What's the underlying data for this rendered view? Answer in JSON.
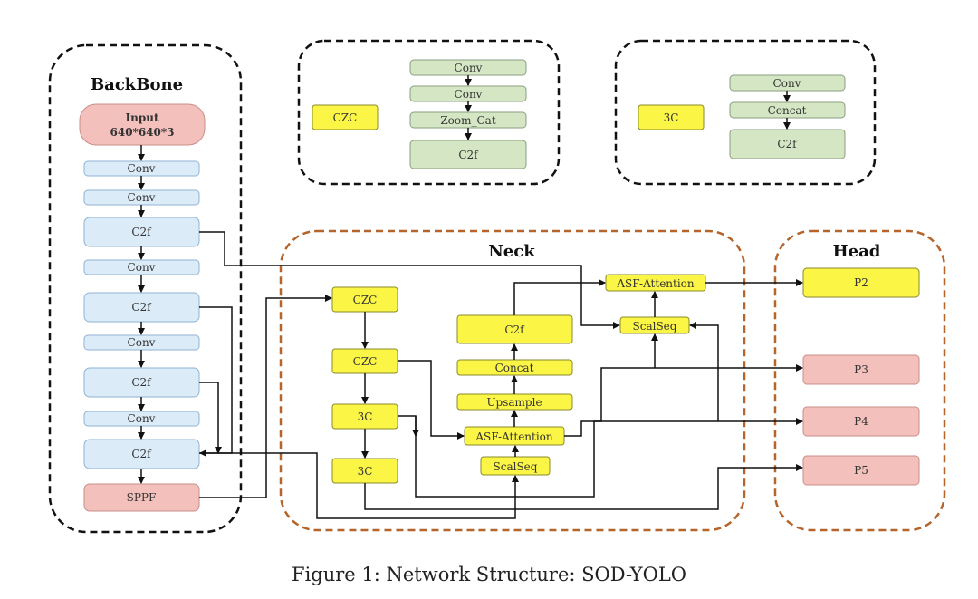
{
  "titles": {
    "backbone": "BackBone",
    "neck": "Neck",
    "head": "Head"
  },
  "legend_czc": {
    "label": "CZC",
    "steps": [
      "Conv",
      "Conv",
      "Zoom_Cat",
      "C2f"
    ]
  },
  "legend_3c": {
    "label": "3C",
    "steps": [
      "Conv",
      "Concat",
      "C2f"
    ]
  },
  "backbone": {
    "input_line1": "Input",
    "input_line2": "640*640*3",
    "layers": [
      "Conv",
      "Conv",
      "C2f",
      "Conv",
      "C2f",
      "Conv",
      "C2f",
      "Conv",
      "C2f",
      "SPPF"
    ]
  },
  "neck": {
    "czc_a": "CZC",
    "czc_b": "CZC",
    "c3_a": "3C",
    "c3_b": "3C",
    "c2f": "C2f",
    "concat": "Concat",
    "upsample": "Upsample",
    "asf_low": "ASF-Attention",
    "scalseq_low": "ScalSeq",
    "asf_top": "ASF-Attention",
    "scalseq_top": "ScalSeq"
  },
  "head": {
    "outputs": [
      "P2",
      "P3",
      "P4",
      "P5"
    ]
  },
  "caption": "Figure 1: Network Structure: SOD-YOLO",
  "colors": {
    "blue_fill": "#dcebf8",
    "blue_stroke": "#8fb3d3",
    "pink_fill": "#f4c0bb",
    "pink_stroke": "#c98f89",
    "yellow_fill": "#fbf545",
    "yellow_stroke": "#8a8a2a",
    "green_fill": "#d4e6c4",
    "green_stroke": "#8a9e80",
    "neck_border": "#b5642a"
  }
}
